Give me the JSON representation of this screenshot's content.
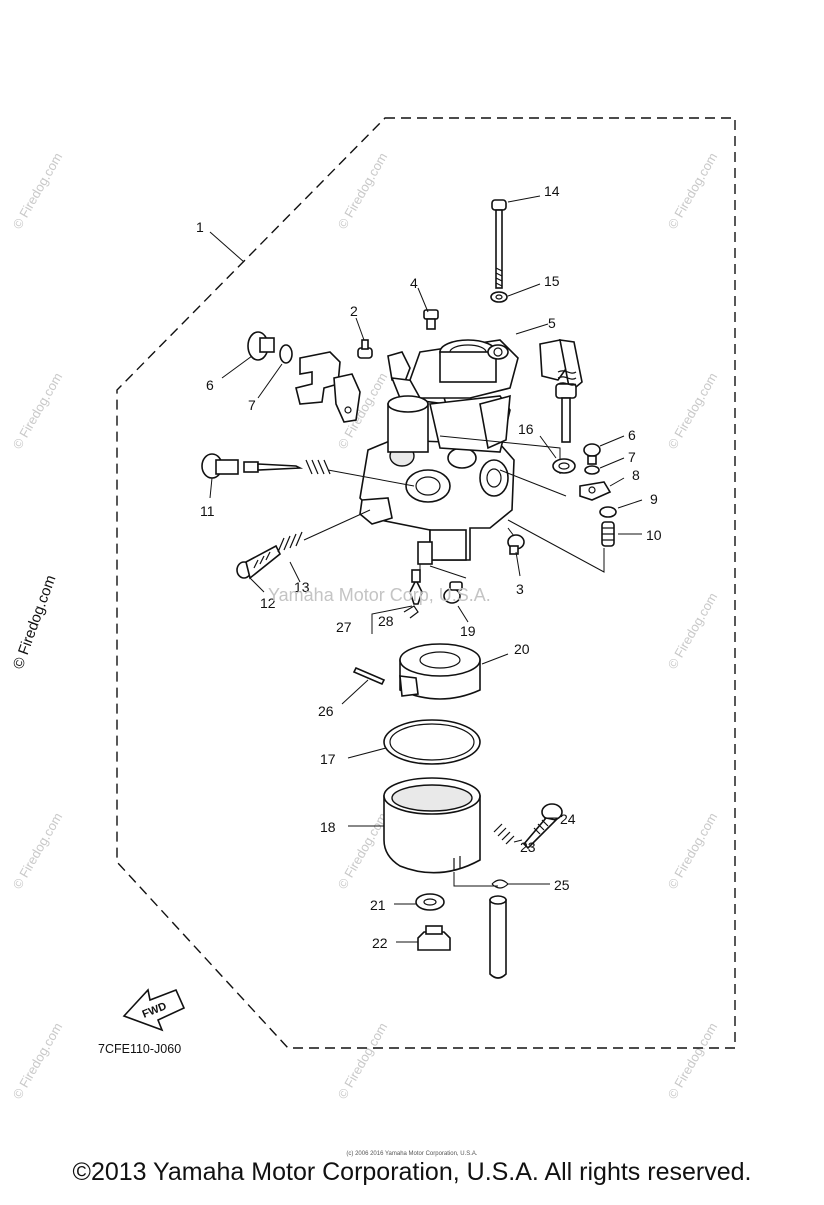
{
  "diagram": {
    "callouts": [
      "1",
      "2",
      "3",
      "4",
      "5",
      "6",
      "7",
      "8",
      "9",
      "10",
      "11",
      "12",
      "13",
      "14",
      "15",
      "16",
      "17",
      "18",
      "19",
      "20",
      "21",
      "22",
      "23",
      "24",
      "25",
      "26",
      "27",
      "28"
    ],
    "callout_6": "6",
    "callout_7": "7",
    "fwd_label": "FWD",
    "diagram_code": "7CFE110-J060",
    "center_watermark": "Yamaha Motor Corp, U.S.A.",
    "site_watermark": "© Firedog.com"
  },
  "footer": {
    "copyright": "©2013 Yamaha Motor Corporation, U.S.A. All rights reserved.",
    "small_print": "(c) 2006 2016 Yamaha Motor Corporation, U.S.A."
  }
}
